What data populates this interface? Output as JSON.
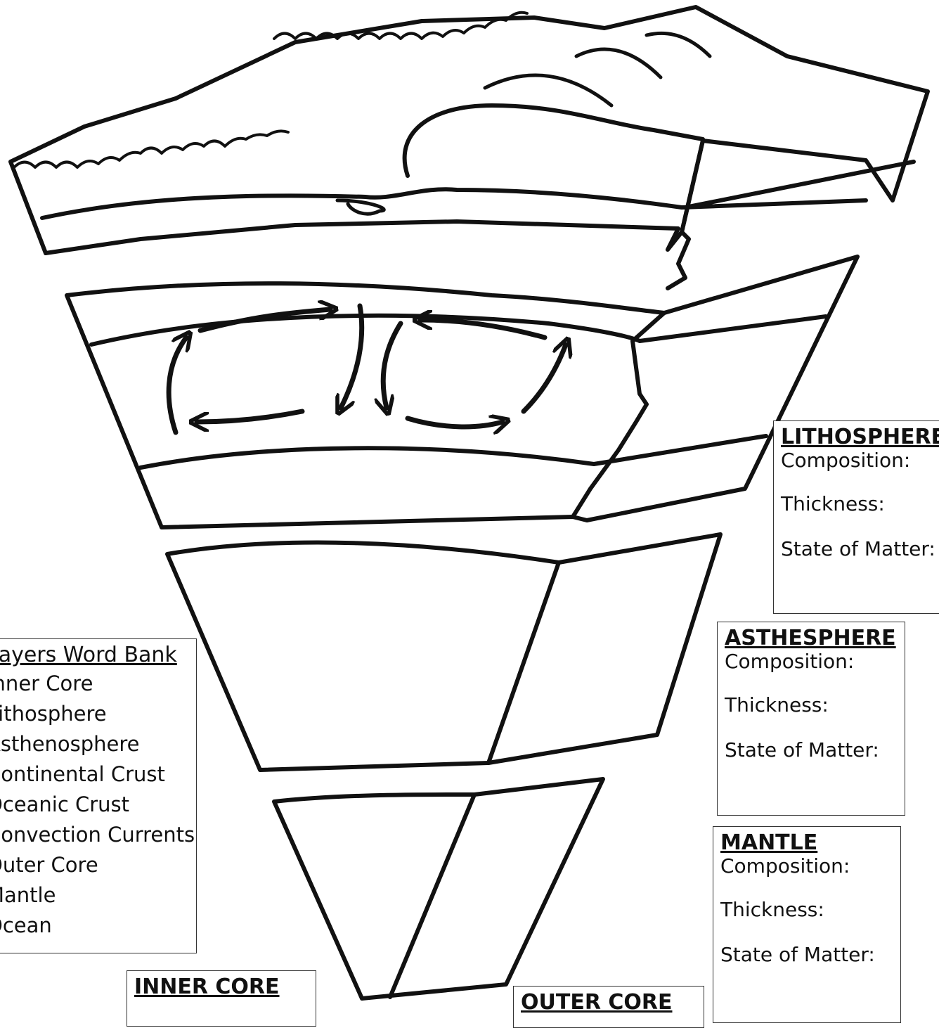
{
  "word_bank": {
    "title": "Layers Word Bank",
    "items": [
      "Inner Core",
      "Lithosphere",
      "Asthenosphere",
      "Continental Crust",
      "Oceanic Crust",
      "Convection Currents",
      "Outer Core",
      "Mantle",
      "Ocean"
    ]
  },
  "lithosphere": {
    "title": "LITHOSPHERE",
    "composition": "Composition:",
    "thickness": "Thickness:",
    "state": "State of Matter:"
  },
  "asthenosphere": {
    "title": "ASTHESPHERE",
    "composition": "Composition:",
    "thickness": "Thickness:",
    "state": "State of Matter:"
  },
  "mantle": {
    "title": "MANTLE",
    "composition": "Composition:",
    "thickness": "Thickness:",
    "state": "State of Matter:"
  },
  "inner_core": {
    "title": "INNER CORE"
  },
  "outer_core": {
    "title": "OUTER CORE"
  }
}
